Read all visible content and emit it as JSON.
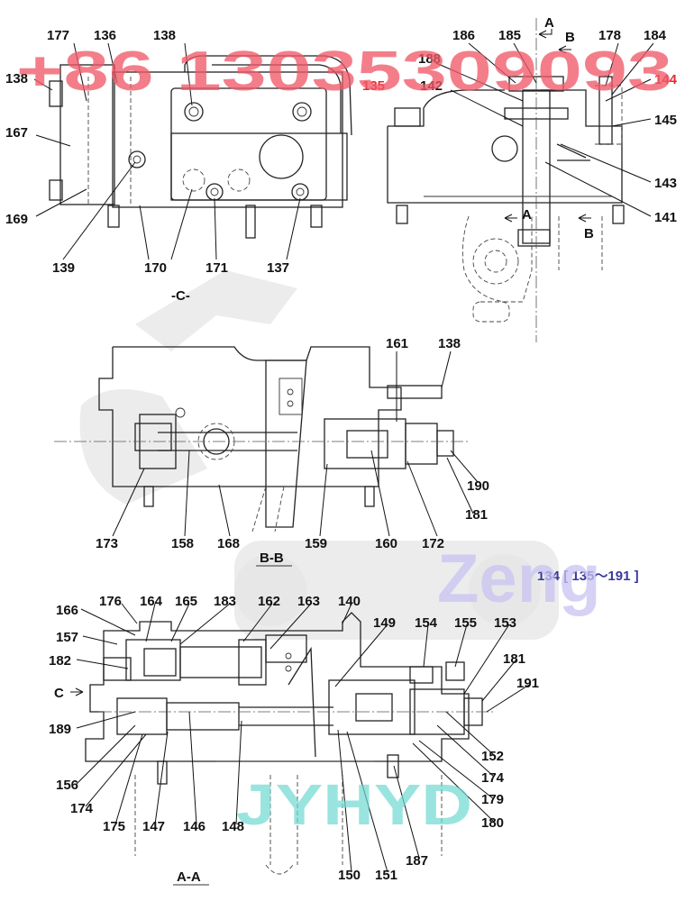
{
  "watermarks": {
    "phone": "+86 13035309093",
    "brand_zeng": "Zeng",
    "brand_jyhyd": "JYHYD"
  },
  "assembly_note": "134 [ 135～191 ]",
  "sections": {
    "view_c": "-C-",
    "section_bb": "B-B",
    "section_aa": "A-A",
    "arrow_a_top": "A",
    "arrow_b_top": "B",
    "arrow_a_low": "A",
    "arrow_b_low": "B",
    "arrow_c": "C"
  },
  "labels": {
    "v_177": "177",
    "v_136": "136",
    "v_138a": "138",
    "v_138b": "138",
    "v_167": "167",
    "v_169": "169",
    "v_139": "139",
    "v_170": "170",
    "v_171": "171",
    "v_137": "137",
    "s_186": "186",
    "s_185": "185",
    "s_178": "178",
    "s_184": "184",
    "s_188": "188",
    "s_135": "135",
    "s_142": "142",
    "s_144": "144",
    "s_145": "145",
    "s_143": "143",
    "s_141": "141",
    "b_161": "161",
    "b_138": "138",
    "b_190": "190",
    "b_181": "181",
    "b_173": "173",
    "b_158": "158",
    "b_168": "168",
    "b_159": "159",
    "b_160": "160",
    "b_172": "172",
    "a_166": "166",
    "a_176": "176",
    "a_164": "164",
    "a_165": "165",
    "a_183": "183",
    "a_162": "162",
    "a_163": "163",
    "a_140": "140",
    "a_149": "149",
    "a_154": "154",
    "a_155": "155",
    "a_153": "153",
    "a_157": "157",
    "a_182": "182",
    "a_181": "181",
    "a_191": "191",
    "a_189": "189",
    "a_152": "152",
    "a_156": "156",
    "a_174a": "174",
    "a_174b": "174",
    "a_179": "179",
    "a_175": "175",
    "a_147": "147",
    "a_146": "146",
    "a_148": "148",
    "a_180": "180",
    "a_150": "150",
    "a_151": "151",
    "a_187": "187"
  }
}
